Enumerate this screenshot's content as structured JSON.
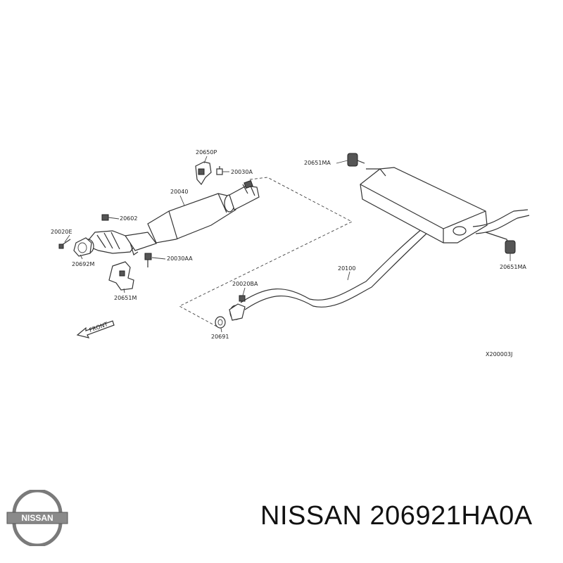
{
  "diagram": {
    "labels": {
      "l20650P": "20650P",
      "l20030A": "20030A",
      "l20651MA_top": "20651MA",
      "l20040": "20040",
      "l20602": "20602",
      "l20020E": "20020E",
      "l20692M": "20692M",
      "l20030AA": "20030AA",
      "l20651M": "20651M",
      "l20100": "20100",
      "l20651MA_right": "20651MA",
      "l20020BA": "20020BA",
      "l20691": "20691",
      "front": "FRONT",
      "figure_code": "X200003J"
    }
  },
  "brand": {
    "logo_text": "NISSAN"
  },
  "caption": "NISSAN 206921HA0A"
}
